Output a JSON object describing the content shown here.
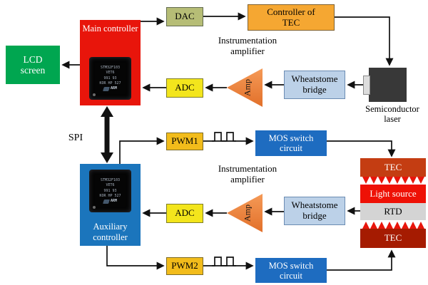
{
  "blocks": {
    "lcd": "LCD screen",
    "main_controller": "Main controller",
    "dac": "DAC",
    "controller_of_tec": "Controller of TEC",
    "instrumentation_amplifier_top": "Instrumentation amplifier",
    "amp_top": "Amp",
    "adc_top": "ADC",
    "wheatstone_bridge_top": "Wheatstome bridge",
    "semiconductor_laser": "Semiconductor laser",
    "spi": "SPI",
    "pwm1": "PWM1",
    "mos_switch_top": "MOS switch circuit",
    "tec_top": "TEC",
    "light_source": "Light source",
    "rtd": "RTD",
    "tec_bottom": "TEC",
    "auxiliary_controller": "Auxiliary controller",
    "instrumentation_amplifier_bottom": "Instrumentation amplifier",
    "amp_bottom": "Amp",
    "adc_bottom": "ADC",
    "wheatstone_bridge_bottom": "Wheatstome bridge",
    "pwm2": "PWM2",
    "mos_switch_bottom": "MOS switch circuit"
  },
  "chip": {
    "marking_line1": "STM32F103",
    "marking_line2": "VET6",
    "marking_line3": "991 93",
    "marking_line4": "KOR HP 527",
    "brand": "ARM"
  },
  "colors": {
    "lcd_green": "#00a650",
    "main_controller_red": "#e8150b",
    "auxiliary_controller_blue": "#1b75bc",
    "dac_olive": "#b6bd76",
    "tec_controller_orange": "#f5a732",
    "adc_yellow": "#f3e51c",
    "pwm_amber": "#f2bc1b",
    "amp_orange": "#e2702a",
    "bridge_light_blue": "#bcd1e8",
    "mos_blue": "#1e6cc0",
    "tec_top_red": "#c43d12",
    "light_source_red": "#ee1106",
    "rtd_gray": "#d4d4d4",
    "tec_bottom_dark_red": "#a51b01",
    "laser_black": "#383838",
    "wire_black": "#111111"
  }
}
